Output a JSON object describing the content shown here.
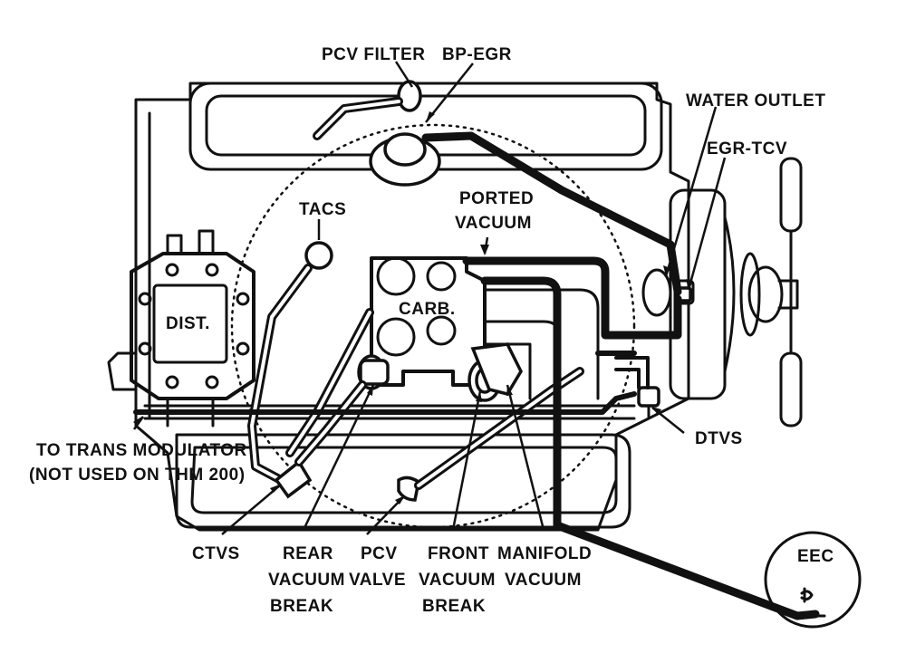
{
  "labels": {
    "pcv_filter": "PCV FILTER",
    "bp_egr": "BP-EGR",
    "water_outlet": "WATER OUTLET",
    "egr_tcv": "EGR-TCV",
    "ported_vacuum_1": "PORTED",
    "ported_vacuum_2": "VACUUM",
    "tacs": "TACS",
    "carb": "CARB.",
    "dist": "DIST.",
    "to_trans_1": "TO TRANS MODULATOR",
    "to_trans_2": "(NOT USED ON THM 200)",
    "dtvs": "DTVS",
    "ctvs": "CTVS",
    "rear_vb_1": "REAR",
    "rear_vb_2": "VACUUM",
    "rear_vb_3": "BREAK",
    "pcv_valve_1": "PCV",
    "pcv_valve_2": "VALVE",
    "front_vb_1": "FRONT",
    "front_vb_2": "VACUUM",
    "front_vb_3": "BREAK",
    "manifold_1": "MANIFOLD",
    "manifold_2": "VACUUM",
    "eec": "EEC"
  }
}
